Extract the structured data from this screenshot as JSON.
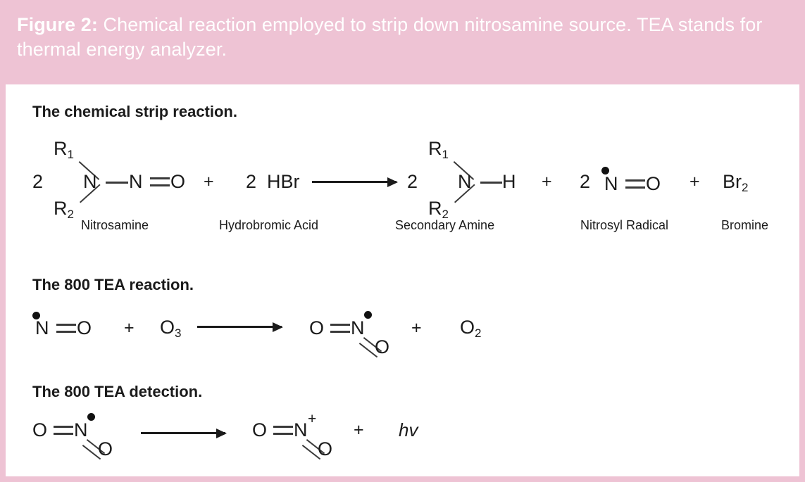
{
  "caption": {
    "label": "Figure 2:",
    "text": " Chemical reaction employed to strip down nitrosamine source. TEA stands for thermal energy analyzer.",
    "band_color": "#eec3d4",
    "text_color": "#ffffff"
  },
  "panel": {
    "background": "#ffffff",
    "border_color": "#eec3d4"
  },
  "sections": [
    {
      "title": "The chemical strip reaction."
    },
    {
      "title": "The 800 TEA reaction."
    },
    {
      "title": "The 800 TEA detection."
    }
  ],
  "reaction1": {
    "coef_nitrosamine": "2",
    "nitrosamine": {
      "r1": "R",
      "r1_sub": "1",
      "r2": "R",
      "r2_sub": "2",
      "n_center": "N",
      "n_nitroso": "N",
      "o": "O",
      "label": "Nitrosamine"
    },
    "plus1": "+",
    "coef_hbr": "2",
    "hbr": {
      "formula": "HBr",
      "label": "Hydrobromic Acid"
    },
    "coef_amine": "2",
    "amine": {
      "r1": "R",
      "r1_sub": "1",
      "r2": "R",
      "r2_sub": "2",
      "n_center": "N",
      "h": "H",
      "label": "Secondary Amine"
    },
    "plus2": "+",
    "coef_no": "2",
    "nitrosyl": {
      "n": "N",
      "o": "O",
      "label": "Nitrosyl Radical"
    },
    "plus3": "+",
    "bromine": {
      "formula": "Br",
      "sub": "2",
      "label": "Bromine"
    }
  },
  "reaction2": {
    "nitrosyl": {
      "n": "N",
      "o": "O"
    },
    "plus1": "+",
    "ozone": {
      "formula": "O",
      "sub": "3"
    },
    "no2_excited": {
      "o_left": "O",
      "n": "N",
      "o_down": "O"
    },
    "plus2": "+",
    "oxygen": {
      "formula": "O",
      "sub": "2"
    }
  },
  "reaction3": {
    "no2_excited": {
      "o_left": "O",
      "n": "N",
      "o_down": "O"
    },
    "no2_cation": {
      "o_left": "O",
      "n": "N",
      "charge": "+",
      "o_down": "O"
    },
    "plus": "+",
    "photon": "hv"
  }
}
